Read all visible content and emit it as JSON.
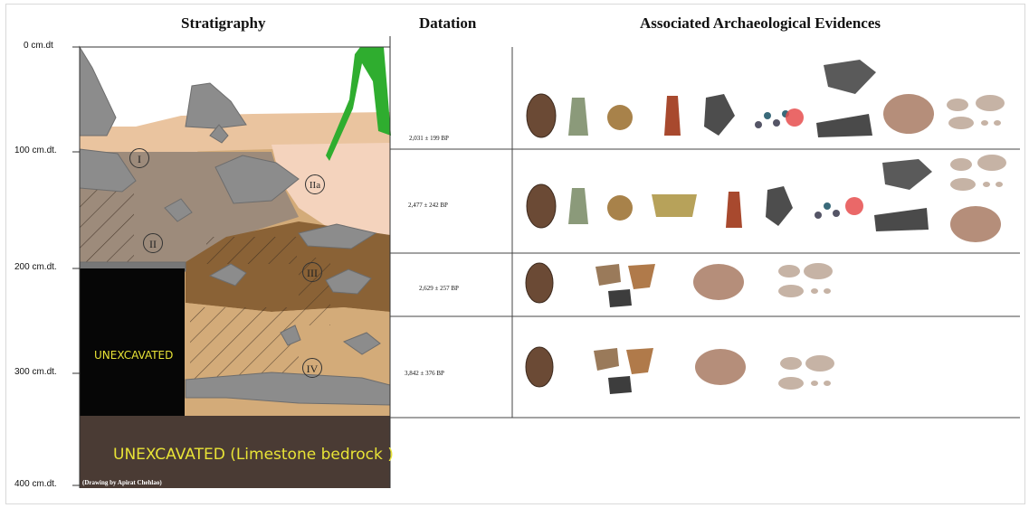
{
  "headers": {
    "stratigraphy": "Stratigraphy",
    "datation": "Datation",
    "evidence": "Associated Archaeological Evidences"
  },
  "depth_labels": [
    "0 cm.dt",
    "100 cm.dt.",
    "200 cm.dt.",
    "300 cm.dt.",
    "400 cm.dt."
  ],
  "layers": [
    "I",
    "II",
    "IIa",
    "III",
    "IV"
  ],
  "datations": [
    "2,031 ± 199 BP",
    "2,477 ± 242 BP",
    "2,629 ± 257 BP",
    "3,842 ± 376 BP"
  ],
  "unexcavated": {
    "block": "UNEXCAVATED",
    "bedrock": "UNEXCAVATED (Limestone bedrock )"
  },
  "credit": "(Drawing by Apirat Chehlao)",
  "colors": {
    "topsoil": "#eac49f",
    "layer_ii": "#9d8b7b",
    "layer_iia": "#f4d3bd",
    "layer_iii": "#8a6236",
    "layer_iv": "#d3ab79",
    "rock": "#8c8c8c",
    "unexcavated": "#060606",
    "bedrock": "#4a3b34",
    "root": "#2fad2f",
    "label_yellow": "#e8e336"
  },
  "artifact_rows": [
    [
      "adze-icon",
      "chisel-icon",
      "bead-icon",
      "stone-tool-icon",
      "shell-icon",
      "beads-cluster-icon",
      "shell-fragments-icon",
      "bone-fragments-icon",
      "pebbles-icon"
    ],
    [
      "adze-icon",
      "chisel-icon",
      "bead-icon",
      "pottery-bowl-icon",
      "stone-tool-icon",
      "shell-icon",
      "beads-cluster-icon",
      "shell-fragments-icon",
      "pebbles-icon",
      "bone-fragments-icon"
    ],
    [
      "adze-icon",
      "potsherds-icon",
      "bone-fragments-icon",
      "pebbles-icon"
    ],
    [
      "adze-icon",
      "potsherds-icon",
      "bone-fragments-icon",
      "pebbles-icon"
    ]
  ]
}
